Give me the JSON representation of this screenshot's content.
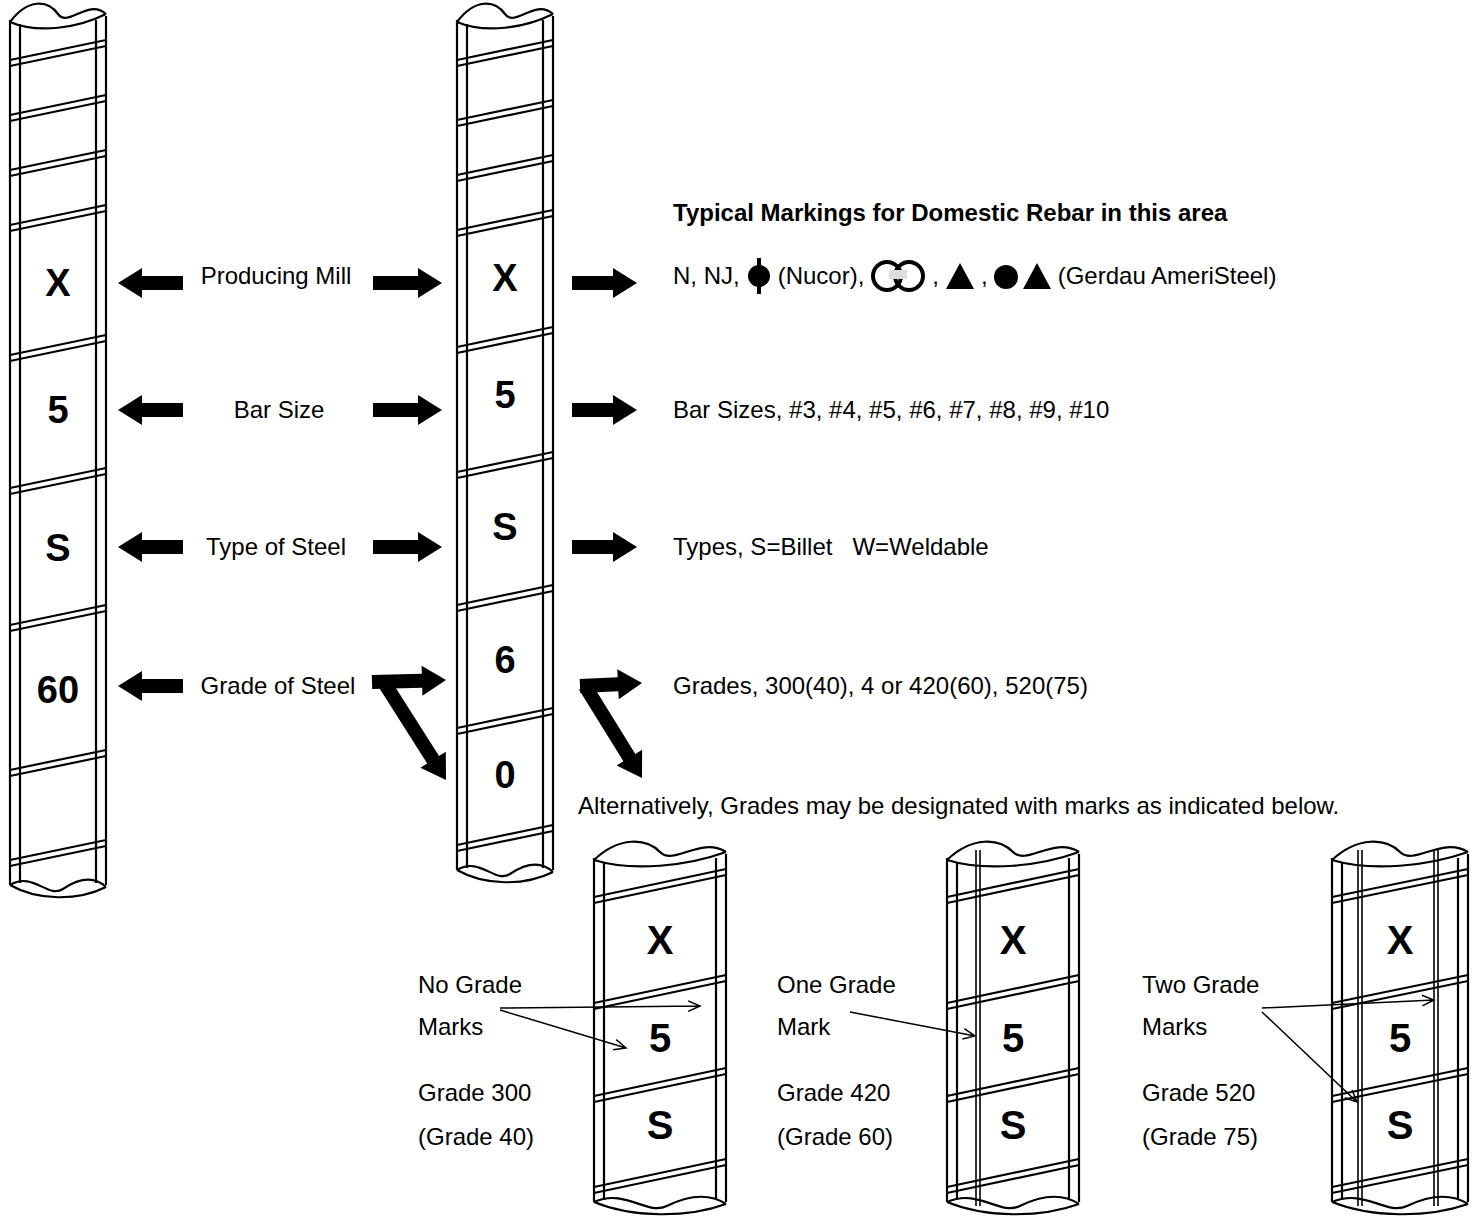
{
  "diagram": {
    "nodes": [
      {
        "text": [
          "X",
          "5",
          "S",
          "60"
        ]
      },
      {
        "text": [
          "X",
          "5",
          "S",
          "6",
          "0"
        ]
      },
      {
        "text": [
          "X",
          "5",
          "S"
        ]
      },
      {
        "text": [
          "X",
          "5",
          "S"
        ]
      },
      {
        "text": [
          "X",
          "5",
          "S"
        ]
      }
    ],
    "labels": [
      "Producing Mill",
      "Bar Size",
      "Type of Steel",
      "Grade of Steel",
      "Typical Markings for Domestic Rebar in this area",
      "N, NJ,",
      "(Nucor),",
      ",",
      ",",
      "(Gerdau AmeriSteel)",
      "Bar Sizes, #3, #4, #5, #6, #7, #8, #9, #10",
      "Types, S=Billet   W=Weldable",
      "Grades, 300(40), 4 or 420(60), 520(75)",
      "Alternatively, Grades may be designated with marks as indicated below.",
      "No Grade Marks",
      "Grade 300",
      "(Grade 40)",
      "One Grade Mark",
      "Grade 420",
      "(Grade 60)",
      "Two Grade Marks",
      "Grade 520",
      "(Grade 75)"
    ]
  }
}
